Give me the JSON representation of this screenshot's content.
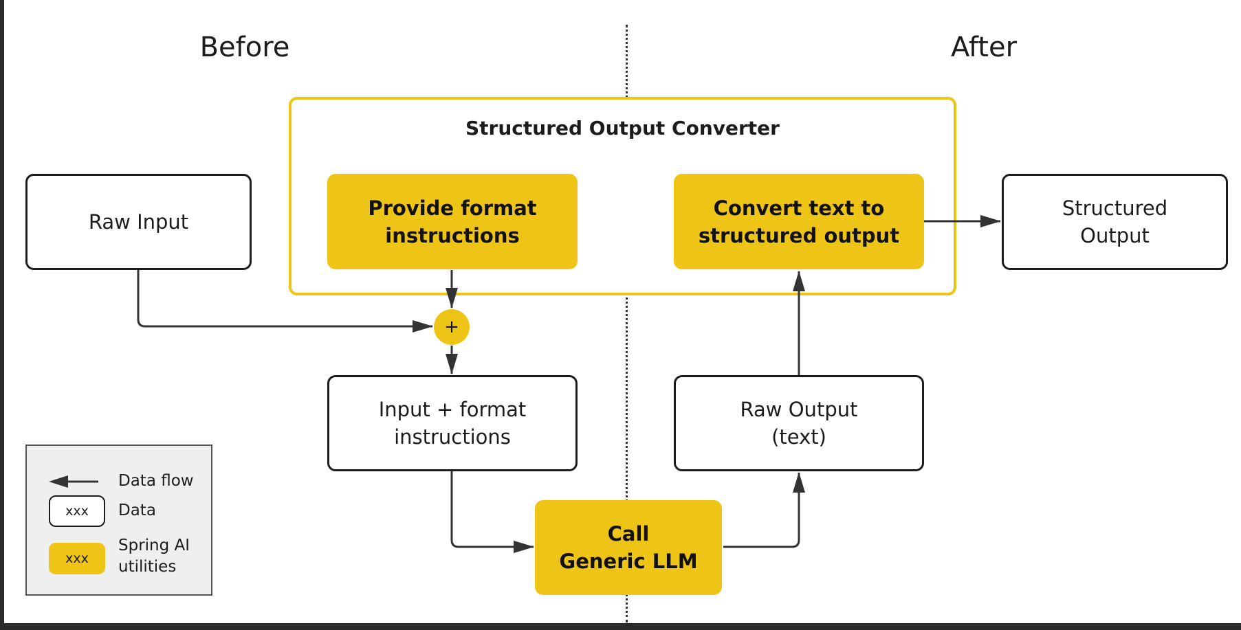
{
  "labels": {
    "before": "Before",
    "after": "After"
  },
  "converter": {
    "title": "Structured Output Converter",
    "provide_format": "Provide format\ninstructions",
    "convert_text": "Convert text to\nstructured  output"
  },
  "nodes": {
    "raw_input": "Raw Input",
    "structured_output": "Structured\nOutput",
    "combine_symbol": "+",
    "input_plus_format": "Input + format\ninstructions",
    "raw_output": "Raw Output\n(text)",
    "call_llm": "Call\nGeneric LLM"
  },
  "legend": {
    "data_flow": "Data flow",
    "data_swatch": "xxx",
    "data_label": "Data",
    "utility_swatch": "xxx",
    "utility_label": "Spring AI\nutilities"
  },
  "colors": {
    "accent": "#eec516",
    "stroke": "#1c1c1c",
    "arrow": "#333333",
    "legend_bg": "#efefef",
    "frame": "#2b2b2b"
  }
}
